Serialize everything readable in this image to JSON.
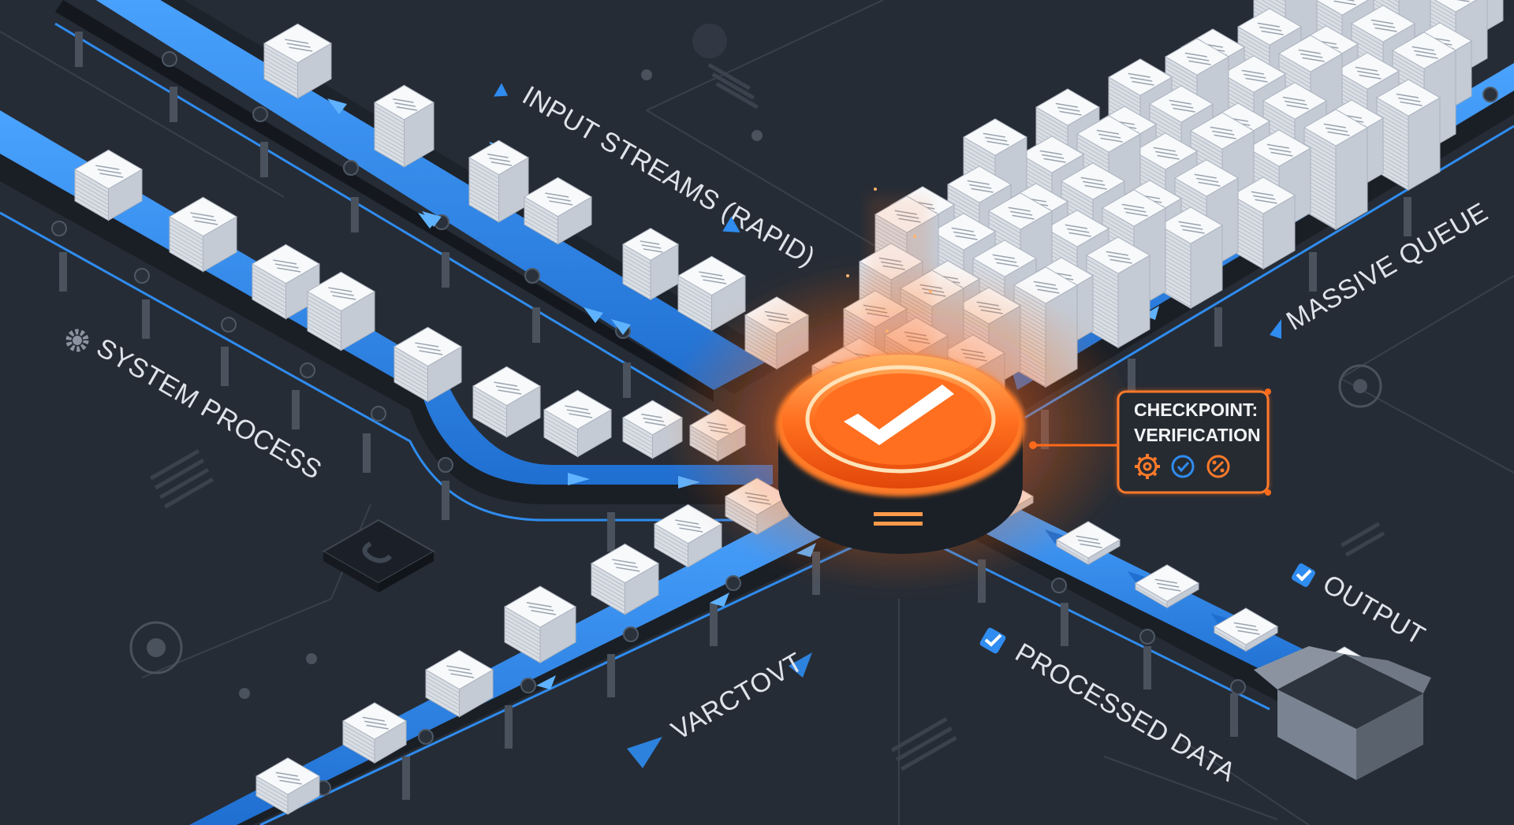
{
  "labels": {
    "input_streams": "INPUT STREAMS (RAPID)",
    "system_process": "SYSTEM PROCESS",
    "massive_queue": "MASSIVE QUEUE",
    "varctovt": "VARCTOVT",
    "processed_data": "PROCESSED DATA",
    "output": "OUTPUT"
  },
  "checkpoint": {
    "title_line1": "CHECKPOINT:",
    "title_line2": "VERIFICATION",
    "icons": [
      "gear-icon",
      "check-circle-icon",
      "percent-circle-icon"
    ]
  },
  "colors": {
    "background": "#262c35",
    "belt_blue": "#2f8cf0",
    "belt_dark": "#1b2129",
    "checkpoint_orange": "#ff6a1a",
    "paper": "#f4f6f9"
  }
}
